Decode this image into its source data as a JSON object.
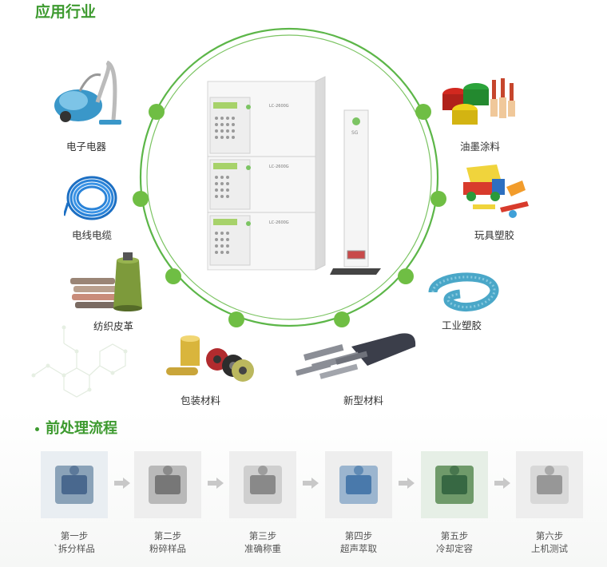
{
  "title": "应用行业",
  "applications": [
    {
      "id": "electrical",
      "label": "电子电器",
      "icon": "vacuum-cleaner-icon"
    },
    {
      "id": "wire",
      "label": "电线电缆",
      "icon": "cable-coil-icon"
    },
    {
      "id": "textile",
      "label": "纺织皮革",
      "icon": "thread-spool-icon"
    },
    {
      "id": "packaging",
      "label": "包装材料",
      "icon": "foil-rolls-icon"
    },
    {
      "id": "newmat",
      "label": "新型材料",
      "icon": "sheet-material-icon"
    },
    {
      "id": "industrial",
      "label": "工业塑胶",
      "icon": "hose-icon"
    },
    {
      "id": "toys",
      "label": "玩具塑胶",
      "icon": "toy-truck-icon"
    },
    {
      "id": "paint",
      "label": "油墨涂料",
      "icon": "paint-cans-icon"
    }
  ],
  "instrument": {
    "module_label": "LC-2600G",
    "brand_text": "SG"
  },
  "section_title": "前处理流程",
  "steps": [
    {
      "num": "第一步",
      "name": "`拆分样品",
      "icon": "lab-worker-icon"
    },
    {
      "num": "第二步",
      "name": "粉碎样品",
      "icon": "grinder-icon"
    },
    {
      "num": "第三步",
      "name": "准确称重",
      "icon": "balance-icon"
    },
    {
      "num": "第四步",
      "name": "超声萃取",
      "icon": "ultrasonic-bath-icon"
    },
    {
      "num": "第五步",
      "name": "冷却定容",
      "icon": "technician-icon"
    },
    {
      "num": "第六步",
      "name": "上机测试",
      "icon": "hplc-system-icon"
    }
  ],
  "colors": {
    "brand_green": "#3d9a2f",
    "ring_green": "#5cb648",
    "node_green": "#6fbe44"
  }
}
